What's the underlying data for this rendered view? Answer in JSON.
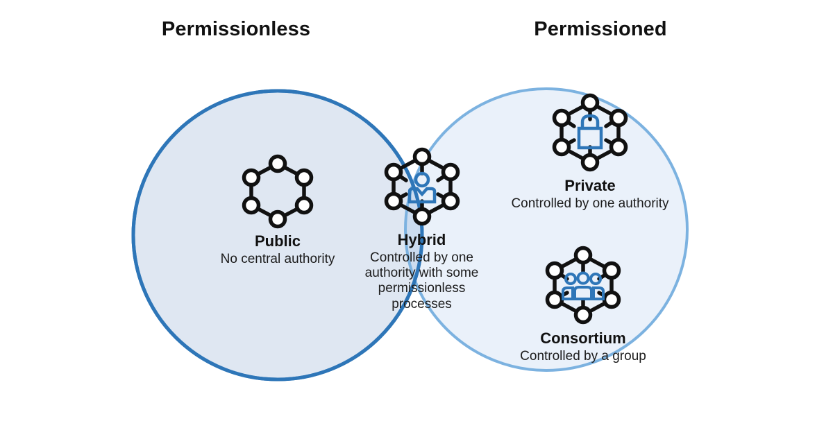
{
  "diagram": {
    "type": "venn",
    "title_left": "Permissionless",
    "title_right": "Permissioned",
    "colors": {
      "left_circle_stroke": "#2E76B8",
      "left_circle_fill": "#DDE6F1",
      "right_circle_stroke": "#7CB2E0",
      "right_circle_fill": "#EAF1FA",
      "overlap_fill": "#CCDCEF",
      "icon_dark": "#111111",
      "icon_accent": "#2E76B8",
      "text": "#111111",
      "background": "#FFFFFF"
    }
  },
  "headers": {
    "left": "Permissionless",
    "right": "Permissioned"
  },
  "groups": {
    "public": {
      "title": "Public",
      "description": "No central authority",
      "icon": "hexagon-network-icon",
      "region": "left-only"
    },
    "hybrid": {
      "title": "Hybrid",
      "description": "Controlled by one authority with some permissionless processes",
      "icon": "hexagon-network-person-icon",
      "region": "overlap"
    },
    "private": {
      "title": "Private",
      "description": "Controlled by one authority",
      "icon": "hexagon-network-lock-icon",
      "region": "right-only"
    },
    "consortium": {
      "title": "Consortium",
      "description": "Controlled by a group",
      "icon": "hexagon-network-group-icon",
      "region": "right-only"
    }
  },
  "chart_data": {
    "type": "venn",
    "title": "",
    "sets": [
      {
        "name": "Permissionless",
        "members": [
          "Public",
          "Hybrid"
        ]
      },
      {
        "name": "Permissioned",
        "members": [
          "Hybrid",
          "Private",
          "Consortium"
        ]
      }
    ],
    "items": [
      {
        "label": "Public",
        "sublabel": "No central authority",
        "set": "Permissionless only"
      },
      {
        "label": "Hybrid",
        "sublabel": "Controlled by one authority with some permissionless processes",
        "set": "Intersection"
      },
      {
        "label": "Private",
        "sublabel": "Controlled by one authority",
        "set": "Permissioned only"
      },
      {
        "label": "Consortium",
        "sublabel": "Controlled by a group",
        "set": "Permissioned only"
      }
    ],
    "legend": "none",
    "grid": false
  }
}
